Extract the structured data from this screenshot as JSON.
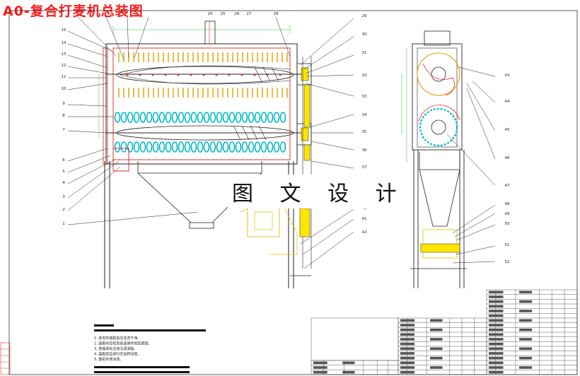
{
  "title": "A0-复合打麦机总装图",
  "watermark": "图 文 设 计",
  "balloons_left": [
    "1",
    "2",
    "3",
    "4",
    "5",
    "6",
    "7",
    "8",
    "9",
    "10",
    "11",
    "12",
    "13",
    "14",
    "15"
  ],
  "balloons_top": [
    "24",
    "25",
    "26",
    "27",
    "28"
  ],
  "balloons_right": [
    "29",
    "30",
    "31",
    "32",
    "33",
    "34",
    "35",
    "36",
    "37",
    "40",
    "41",
    "42"
  ],
  "balloons_side": [
    "43",
    "44",
    "45",
    "46",
    "47",
    "48",
    "49",
    "50",
    "51",
    "52"
  ],
  "notes": [
    "1. 各零件装配前应清洗干净。",
    "2. 装配时应检查各连接件是否紧固。",
    "3. 各轴承处应加注润滑脂。",
    "4. 装配后应进行空运转试验。",
    "5. 整机外表涂漆。"
  ]
}
